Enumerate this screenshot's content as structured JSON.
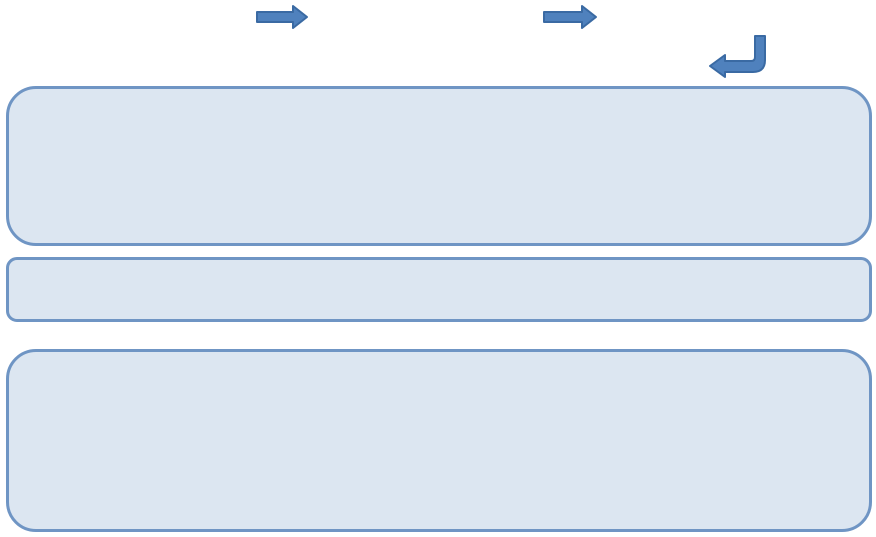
{
  "diagram": {
    "colors": {
      "panel_fill": "#dce6f1",
      "panel_stroke": "#6f95c4",
      "arrow_fill": "#4f81bd",
      "arrow_stroke": "#3a6aa3"
    },
    "connectors": [
      {
        "id": "arrow-1",
        "shape": "right-arrow"
      },
      {
        "id": "arrow-2",
        "shape": "right-arrow"
      },
      {
        "id": "arrow-3",
        "shape": "bent-arrow-left"
      }
    ],
    "panels": [
      {
        "id": "panel-top"
      },
      {
        "id": "panel-middle"
      },
      {
        "id": "panel-bottom"
      }
    ]
  }
}
